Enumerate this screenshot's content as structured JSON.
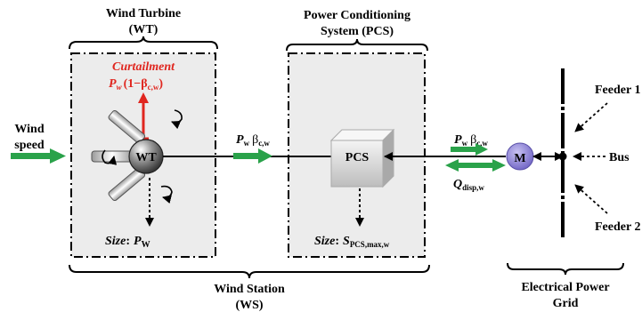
{
  "labels": {
    "wt_title_line1": "Wind Turbine",
    "wt_title_line2": "(WT)",
    "pcs_title_line1": "Power Conditioning",
    "pcs_title_line2": "System (PCS)",
    "ws_title_line1": "Wind Station",
    "ws_title_line2": "(WS)",
    "grid_title_line1": "Electrical Power",
    "grid_title_line2": "Grid",
    "wind_speed_line1": "Wind",
    "wind_speed_line2": "speed",
    "curtailment": "Curtailment",
    "curtail_formula_main": "P",
    "curtail_formula_sub": "w",
    "curtail_formula_paren": "(1−β",
    "curtail_formula_sub2": "c,w",
    "curtail_formula_close": ")",
    "wt_node": "WT",
    "pcs_node": "PCS",
    "motor_node": "M",
    "flow1_main": "P",
    "flow1_sub": "w",
    "flow1_beta": "β",
    "flow1_beta_sub": "c,w",
    "flow2_main": "P",
    "flow2_sub": "w",
    "flow2_beta": "β",
    "flow2_beta_sub": "c,w",
    "q_main": "Q",
    "q_sub": "disp,w",
    "size_wt_label": "Size",
    "size_wt_colon": ":",
    "size_wt_value": "P",
    "size_wt_value_sub": "W",
    "size_pcs_label": "Size",
    "size_pcs_colon": ":",
    "size_pcs_value": "S",
    "size_pcs_value_sub": "PCS,max,w",
    "feeder_1": "Feeder 1",
    "bus": "Bus",
    "feeder_2": "Feeder 2"
  },
  "colors": {
    "green_arrow": "#2aa24a",
    "red_arrow": "#e0261f",
    "panel_fill": "#ececec",
    "motor_fill": "#8e84d6"
  }
}
